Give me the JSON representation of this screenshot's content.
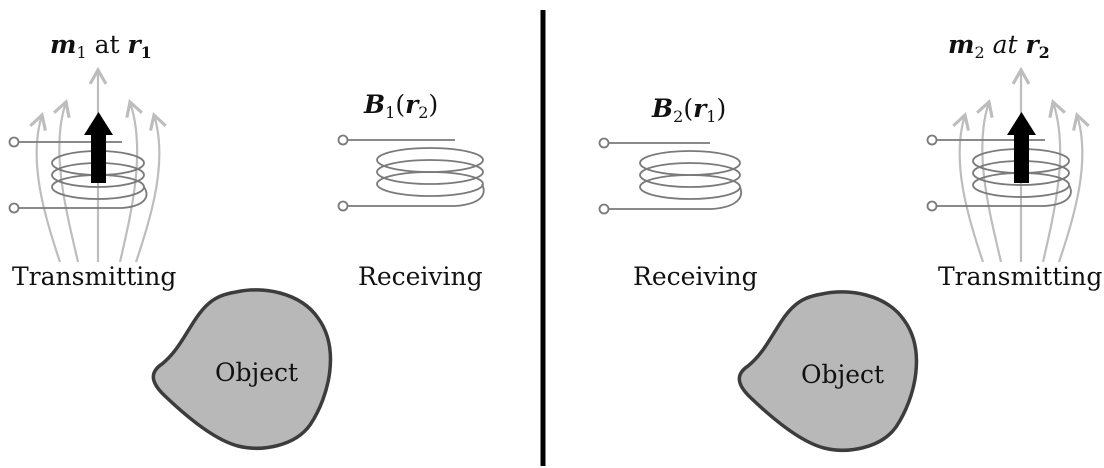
{
  "left_panel": {
    "moment_label": {
      "m": "m",
      "m_sub": "1",
      "at": "at",
      "r": "r",
      "r_sub": "1"
    },
    "field_label": {
      "B": "B",
      "B_sub": "1",
      "open": "(",
      "r": "r",
      "r_sub": "2",
      "close": ")"
    },
    "transmitting_label": "Transmitting",
    "receiving_label": "Receiving",
    "object_label": "Object"
  },
  "right_panel": {
    "field_label": {
      "B": "B",
      "B_sub": "2",
      "open": "(",
      "r": "r",
      "r_sub": "1",
      "close": ")"
    },
    "moment_label": {
      "m": "m",
      "m_sub": "2",
      "at": "at",
      "r": "r",
      "r_sub": "2"
    },
    "receiving_label": "Receiving",
    "transmitting_label": "Transmitting",
    "object_label": "Object"
  },
  "colors": {
    "field_lines": "#bdbdbd",
    "coil": "#7a7a7a",
    "arrow": "#000000",
    "object_fill": "#b8b8b8",
    "object_stroke": "#3c3c3c",
    "divider": "#000000"
  }
}
